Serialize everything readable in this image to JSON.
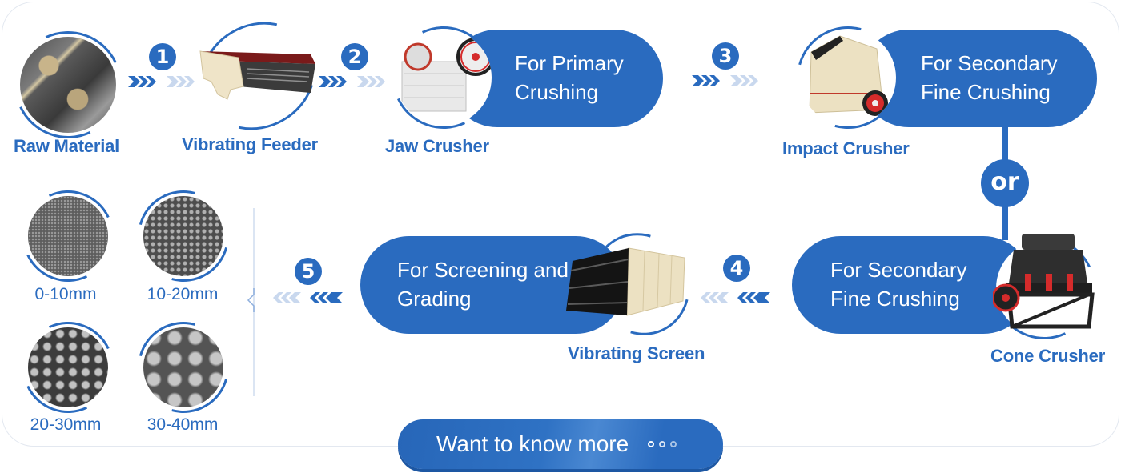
{
  "flow": {
    "nodes": [
      {
        "id": "raw-material",
        "label": "Raw Material",
        "image": "rock-pile-image"
      },
      {
        "id": "vibrating-feeder",
        "label": "Vibrating Feeder",
        "image": "vibrating-feeder-image"
      },
      {
        "id": "jaw-crusher",
        "label": "Jaw Crusher",
        "image": "jaw-crusher-image",
        "purpose": [
          "For Primary",
          "Crushing"
        ]
      },
      {
        "id": "impact-crusher",
        "label": "Impact Crusher",
        "image": "impact-crusher-image",
        "purpose": [
          "For Secondary",
          "Fine Crushing"
        ]
      },
      {
        "id": "cone-crusher",
        "label": "Cone Crusher",
        "image": "cone-crusher-image",
        "purpose": [
          "For Secondary",
          "Fine Crushing"
        ]
      },
      {
        "id": "vibrating-screen",
        "label": "Vibrating Screen",
        "image": "vibrating-screen-image",
        "purpose": [
          "For Screening and",
          "Grading"
        ]
      }
    ],
    "steps": [
      "1",
      "2",
      "3",
      "4",
      "5"
    ],
    "alternative_label": "or"
  },
  "products": [
    {
      "label": "0-10mm"
    },
    {
      "label": "10-20mm"
    },
    {
      "label": "20-30mm"
    },
    {
      "label": "30-40mm"
    }
  ],
  "cta": {
    "label": "Want to know more"
  },
  "colors": {
    "brand_blue": "#2a6bbf",
    "arrow_light": "#c9d8ee"
  }
}
